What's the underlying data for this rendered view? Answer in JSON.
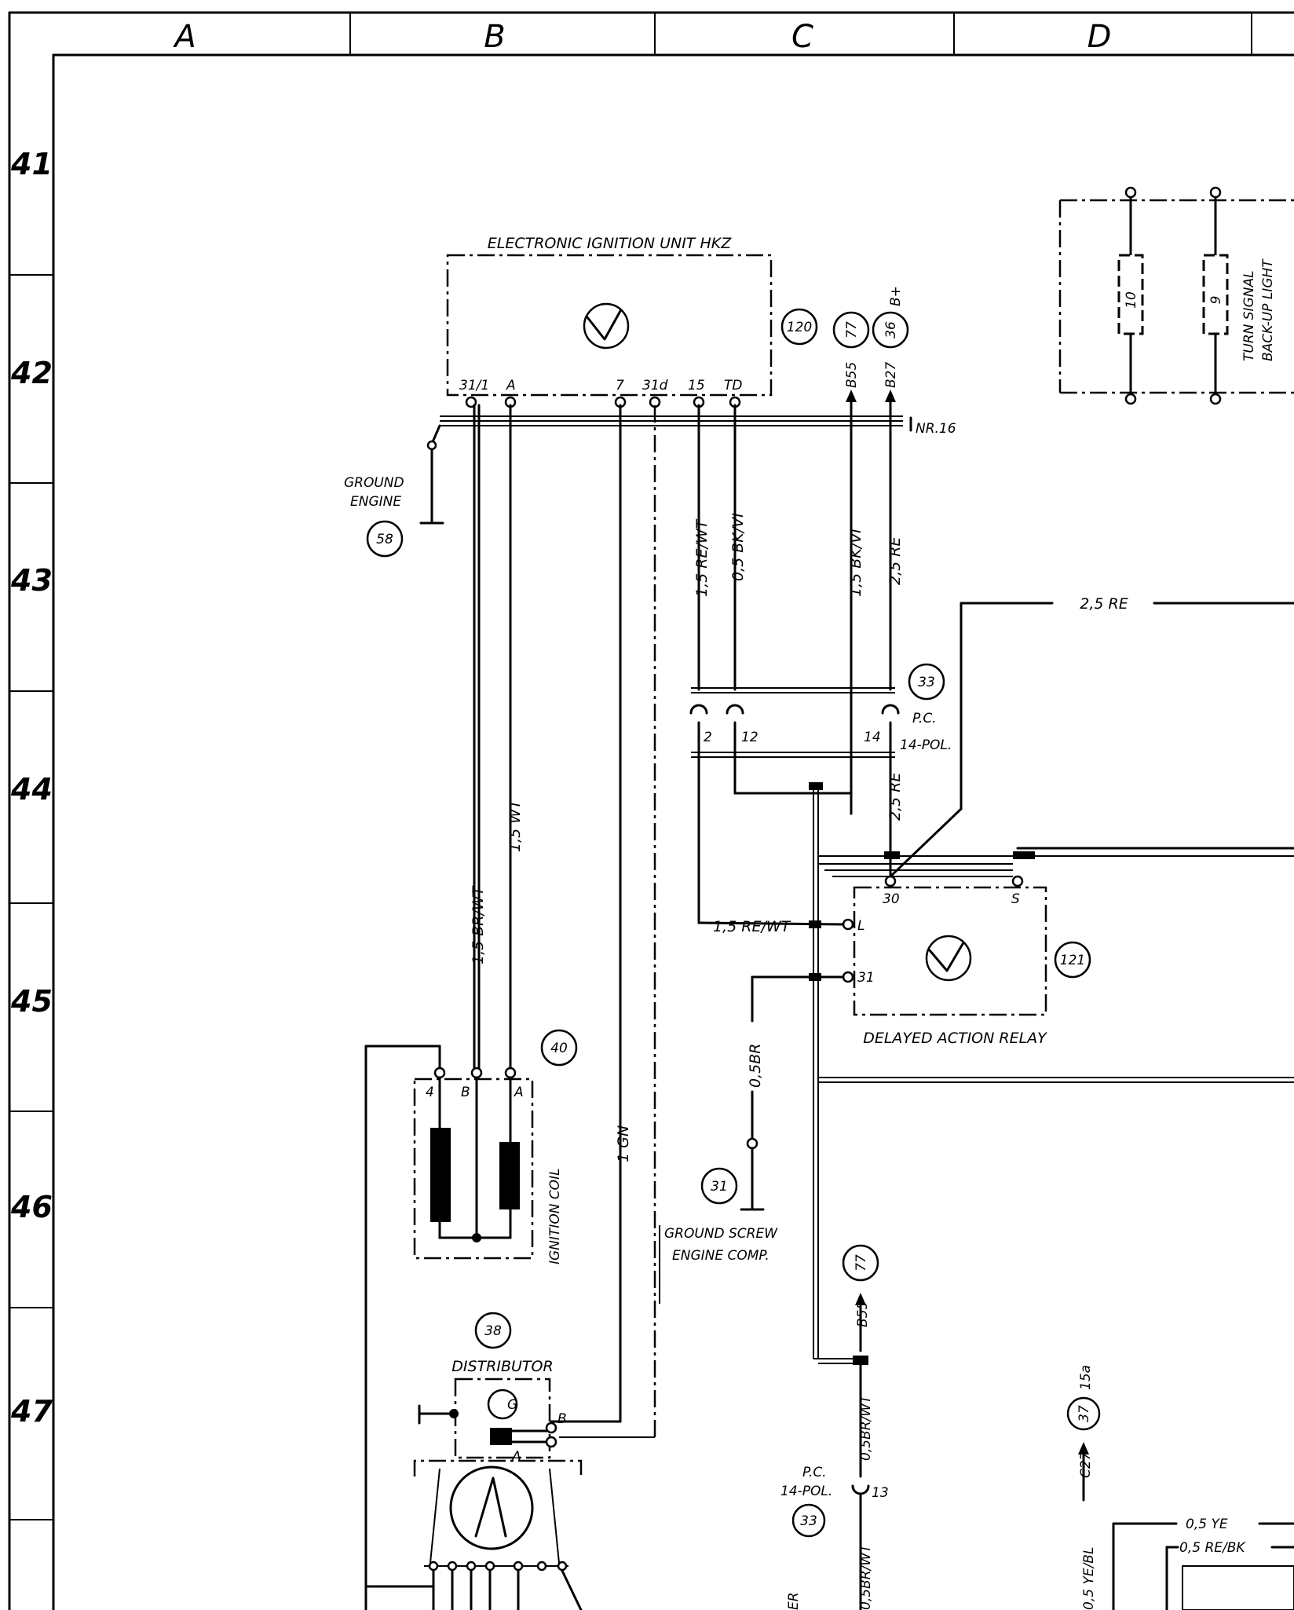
{
  "columns": [
    "A",
    "B",
    "C",
    "D"
  ],
  "rows": [
    "41",
    "42",
    "43",
    "44",
    "45",
    "46",
    "47"
  ],
  "components": {
    "ignition_unit": {
      "title": "ELECTRONIC IGNITION UNIT HKZ",
      "ref": "120",
      "pins": [
        "31/1",
        "A",
        "7",
        "31d",
        "15",
        "TD"
      ]
    },
    "relay": {
      "title": "DELAYED ACTION RELAY",
      "ref": "121",
      "pins": [
        "30",
        "S",
        "L",
        "31"
      ]
    },
    "ignition_coil": {
      "title": "IGNITION COIL",
      "ref": "40",
      "pins": [
        "4",
        "B",
        "A"
      ]
    },
    "distributor": {
      "title": "DISTRIBUTOR",
      "ref": "38",
      "pins": [
        "B",
        "A"
      ],
      "symbol": "G"
    },
    "ground_engine": {
      "line1": "GROUND",
      "line2": "ENGINE",
      "ref": "58"
    },
    "ground_screw": {
      "line1": "GROUND SCREW",
      "line2": "ENGINE COMP.",
      "ref": "31"
    },
    "connector_top": {
      "ref": "33",
      "line1": "P.C.",
      "line2": "14-POL.",
      "pins": [
        "2",
        "12",
        "14"
      ]
    },
    "connector_bottom": {
      "ref": "33",
      "line1": "P.C.",
      "line2": "14-POL.",
      "pin": "13"
    },
    "fuse_box": {
      "fuses": [
        "10",
        "9"
      ],
      "line1": "TURN SIGNAL",
      "line2": "BACK-UP LIGHT"
    }
  },
  "references": {
    "b55_ref": "77",
    "b55_label": "B55",
    "b27_ref": "36",
    "b27_label": "B27",
    "b_plus": "B+",
    "nr16": "NR.16",
    "b55_bottom_ref": "77",
    "b55_bottom_label": "B55",
    "c27_ref": "37",
    "c27_label": "C27",
    "c27_term": "15a"
  },
  "wires": {
    "br_wt": "1,5 BR/WT",
    "wt": "1,5 WT",
    "gn": "1 GN",
    "re_wt_top": "1,5 RE/WT",
    "bk_vi_05": "0,5 BK/VI",
    "bk_vi_15": "1,5 BK/VI",
    "re_25_top": "2,5 RE",
    "re_25_right": "2,5 RE",
    "re_25_mid": "2,5 RE",
    "re_wt_relay": "1,5 RE/WT",
    "br_05": "0,5BR",
    "br_wt_05": "0,5BR/WT",
    "br_wt_05_low": "0,5BR/WT",
    "ye_bl": "0,5 YE/BL",
    "ye": "0,5 YE",
    "re_bk": "0,5 RE/BK",
    "er_fragment": "ER"
  }
}
